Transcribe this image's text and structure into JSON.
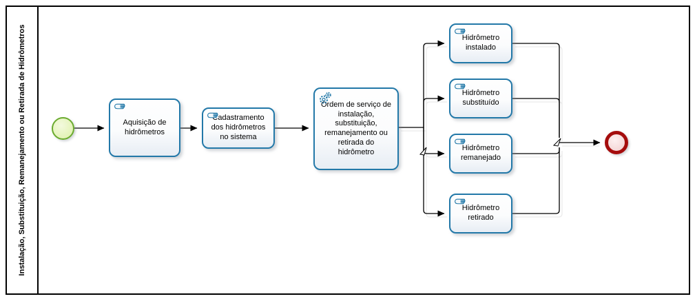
{
  "pool": {
    "label": "Instalação, Substituição, Remanejamento ou Retirada de Hidrômetros"
  },
  "tasks": [
    {
      "id": "aquisicao",
      "label": "Aquisição de hidrômetros",
      "icon": "manual-task-icon"
    },
    {
      "id": "cadastramento",
      "label": "Cadastramento dos hidrômetros no sistema",
      "icon": "manual-task-icon"
    },
    {
      "id": "ordem-servico",
      "label": "Ordem de serviço de instalação, substituição, remanejamento ou retirada do hidrômetro",
      "icon": "service-task-icon"
    },
    {
      "id": "instalado",
      "label": "Hidrômetro instalado",
      "icon": "manual-task-icon"
    },
    {
      "id": "substituido",
      "label": "Hidrômetro substituído",
      "icon": "manual-task-icon"
    },
    {
      "id": "remanejado",
      "label": "Hidrômetro remanejado",
      "icon": "manual-task-icon"
    },
    {
      "id": "retirado",
      "label": "Hidrômetro retirado",
      "icon": "manual-task-icon"
    }
  ],
  "events": {
    "start": {
      "type": "start-event",
      "color": "#6aab2e"
    },
    "end": {
      "type": "end-event",
      "color": "#a50d0d"
    }
  },
  "colors": {
    "task_border": "#2278a8",
    "task_fill_bottom": "#e7edf4",
    "start_event_border": "#6aab2e",
    "start_event_fill": "#e4f3b9",
    "end_event_border": "#a50d0d",
    "end_event_fill": "#f5d7d7",
    "connector": "#000000",
    "pool_border": "#000000"
  }
}
